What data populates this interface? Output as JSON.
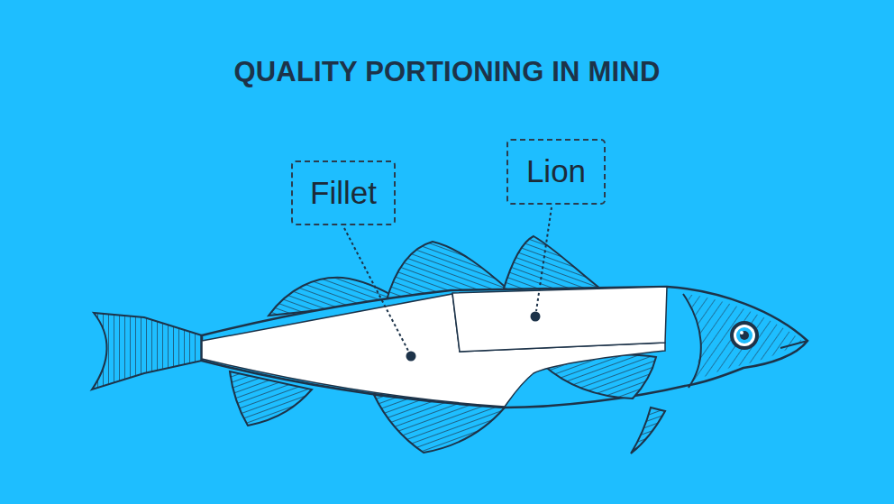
{
  "diagram": {
    "title": "QUALITY PORTIONING IN MIND",
    "nodes": [
      {
        "text": [
          "Fillet"
        ]
      },
      {
        "text": [
          "Lion"
        ]
      }
    ]
  }
}
